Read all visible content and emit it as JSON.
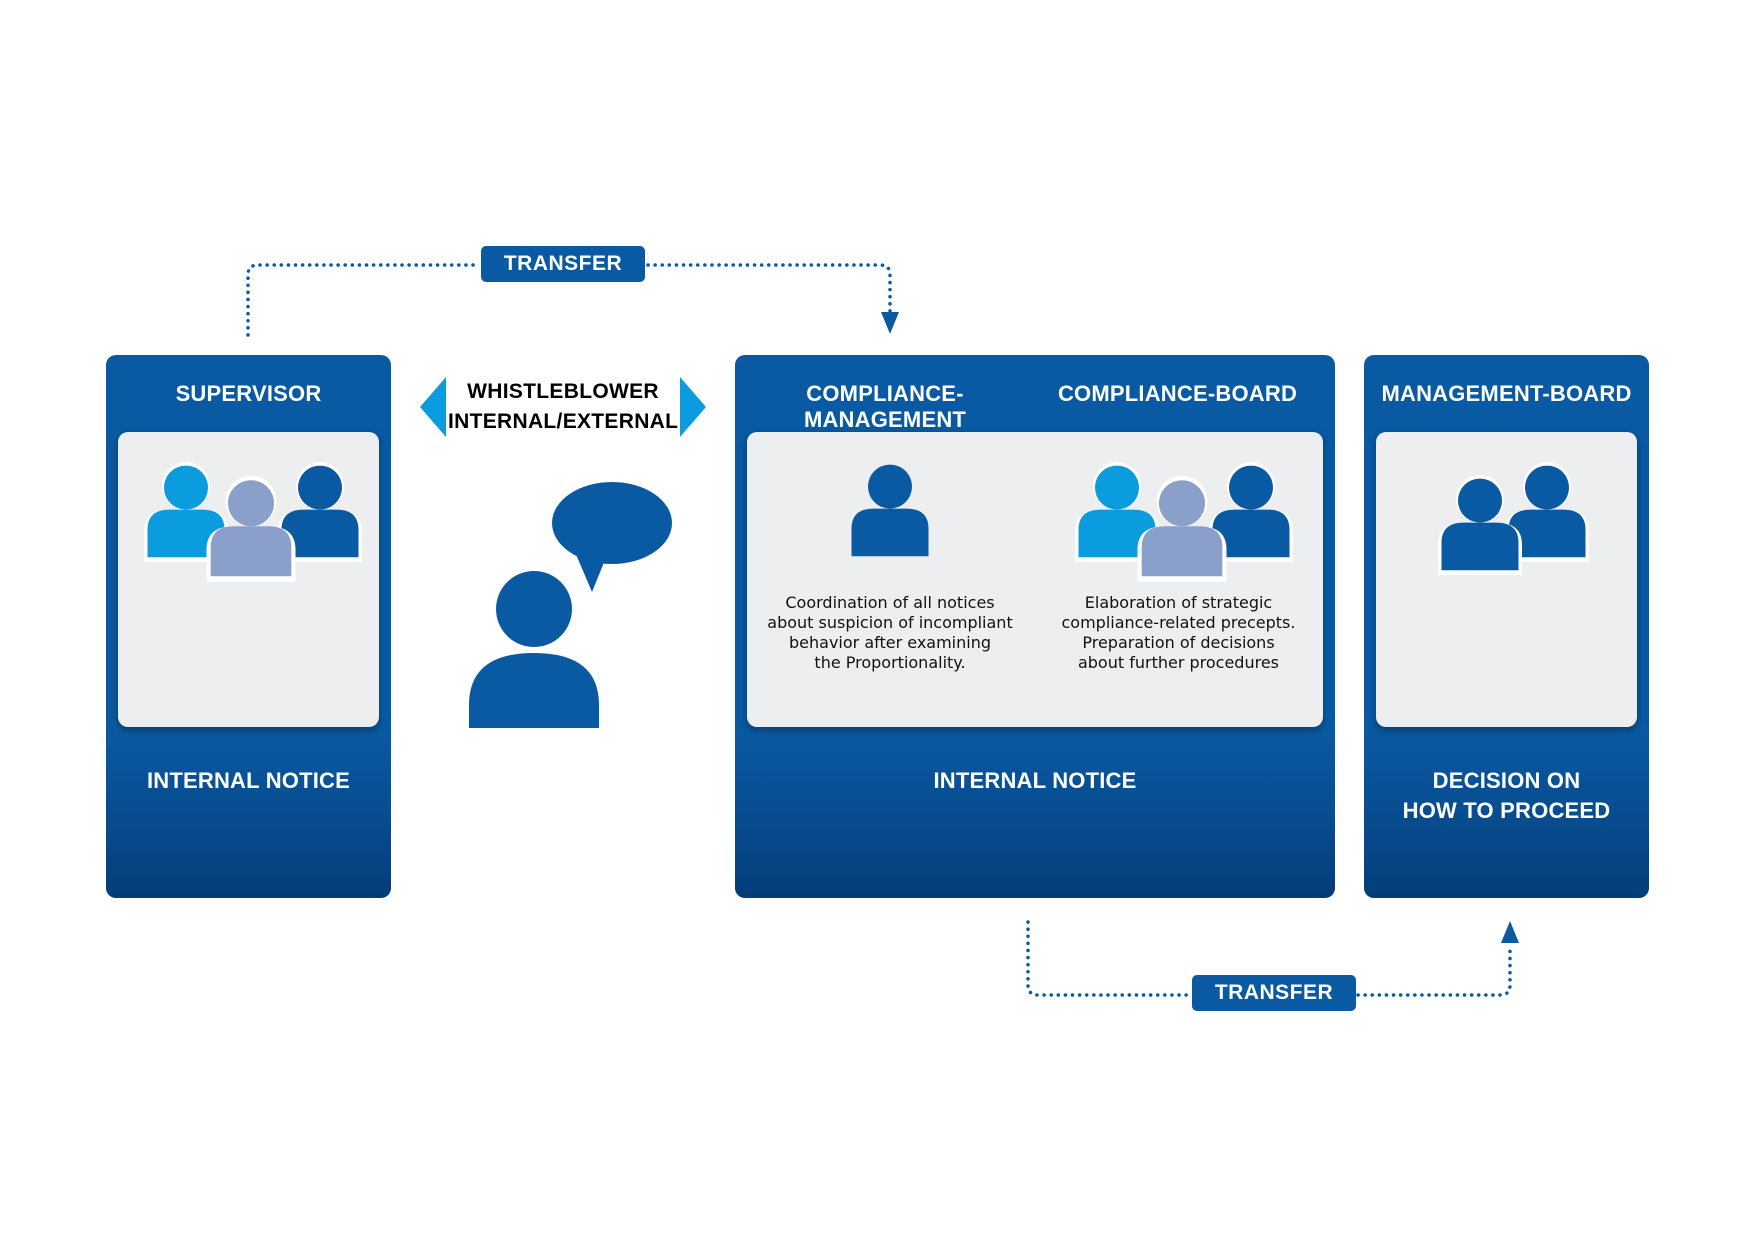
{
  "transfer_top": {
    "label": "TRANSFER"
  },
  "transfer_bottom": {
    "label": "TRANSFER"
  },
  "whistleblower": {
    "line1": "WHISTLEBLOWER",
    "line2": "INTERNAL/EXTERNAL"
  },
  "supervisor": {
    "title": "SUPERVISOR",
    "footer": "INTERNAL NOTICE"
  },
  "compliance": {
    "management_title": "COMPLIANCE-MANAGEMENT",
    "board_title": "COMPLIANCE-BOARD",
    "management_desc": [
      "Coordination of all notices",
      "about suspicion of incompliant",
      "behavior after examining",
      "the Proportionality."
    ],
    "board_desc": [
      "Elaboration of strategic",
      "compliance-related precepts.",
      "Preparation of decisions",
      "about further procedures"
    ],
    "footer": "INTERNAL NOTICE"
  },
  "management_board": {
    "title": "MANAGEMENT-BOARD",
    "footer_line1": "DECISION ON",
    "footer_line2": "HOW TO PROCEED"
  },
  "colors": {
    "dark_blue": "#0a5aa3",
    "light_blue": "#0b9ce0",
    "grey_blue": "#8a9fc9",
    "panel_inner": "#eceef0"
  }
}
